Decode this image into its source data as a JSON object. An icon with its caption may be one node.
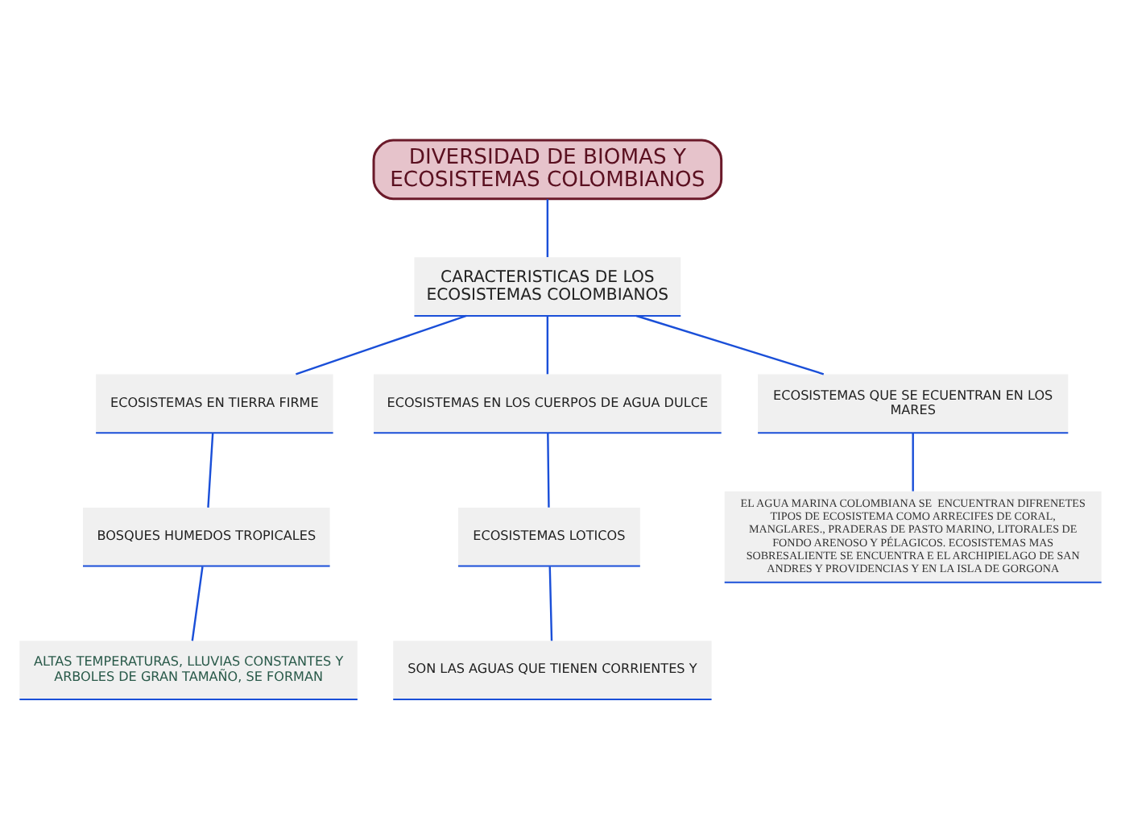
{
  "diagram": {
    "nodes": [
      {
        "text": [
          "DIVERSIDAD DE BIOMAS Y ECOSISTEMAS COLOMBIANOS"
        ]
      },
      {
        "text": [
          "CARACTERISTICAS DE LOS ECOSISTEMAS COLOMBIANOS"
        ]
      },
      {
        "text": [
          "ECOSISTEMAS EN TIERRA FIRME"
        ]
      },
      {
        "text": [
          "ECOSISTEMAS EN LOS CUERPOS DE AGUA DULCE"
        ]
      },
      {
        "text": [
          "ECOSISTEMAS QUE SE ECUENTRAN EN LOS MARES"
        ]
      },
      {
        "text": [
          "BOSQUES HUMEDOS TROPICALES"
        ]
      },
      {
        "text": [
          "ECOSISTEMAS LOTICOS"
        ]
      },
      {
        "text": [
          "EL AGUA MARINA COLOMBIANA SE  ENCUENTRAN DIFRENETES TIPOS DE ECOSISTEMA COMO ARRECIFES DE CORAL, MANGLARES., PRADERAS DE PASTO MARINO, LITORALES DE FONDO ARENOSO Y PÉLAGICOS. ECOSISTEMAS MAS SOBRESALIENTE SE ENCUENTRA E EL ARCHIPIELAGO DE SAN ANDRES Y PROVIDENCIAS Y EN LA ISLA DE GORGONA"
        ]
      },
      {
        "text": [
          "ALTAS TEMPERATURAS, LLUVIAS CONSTANTES Y ARBOLES DE GRAN TAMAÑO, SE FORMAN"
        ]
      },
      {
        "text": [
          "SON LAS AGUAS QUE TIENEN CORRIENTES Y"
        ]
      }
    ],
    "edges": [
      {
        "from": 0,
        "to": 1,
        "arrow": "none"
      },
      {
        "from": 1,
        "to": 2,
        "arrow": "none"
      },
      {
        "from": 1,
        "to": 3,
        "arrow": "none"
      },
      {
        "from": 1,
        "to": 4,
        "arrow": "none"
      },
      {
        "from": 2,
        "to": 5,
        "arrow": "none"
      },
      {
        "from": 3,
        "to": 6,
        "arrow": "none"
      },
      {
        "from": 4,
        "to": 7,
        "arrow": "none"
      },
      {
        "from": 5,
        "to": 8,
        "arrow": "none"
      },
      {
        "from": 6,
        "to": 9,
        "arrow": "none"
      }
    ]
  }
}
